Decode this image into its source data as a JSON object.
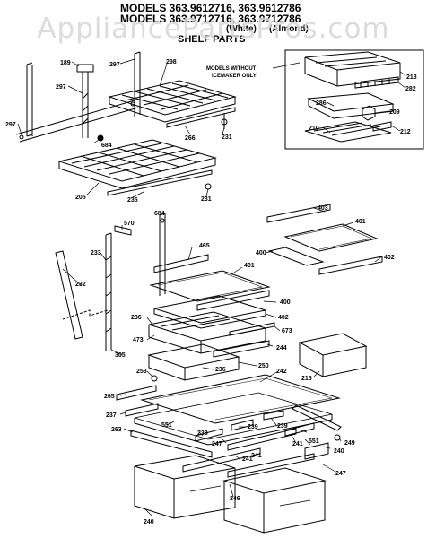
{
  "header": {
    "line1": "MODELS 363.9612716, 363.9612786",
    "line2": "MODELS 363.9712716, 363.9712786",
    "color_white": "(White)",
    "color_almond": "(Almond)",
    "section_title": "SHELF PARTS"
  },
  "watermark": "AppliancePartsPros.com",
  "callout": {
    "line1": "MODELS WITHOUT",
    "line2": "ICEMAKER ONLY"
  },
  "labels": [
    {
      "id": "l189",
      "text": "189"
    },
    {
      "id": "l297a",
      "text": "297"
    },
    {
      "id": "l298",
      "text": "298"
    },
    {
      "id": "l297b",
      "text": "297"
    },
    {
      "id": "l297c",
      "text": "297"
    },
    {
      "id": "l684a",
      "text": "684"
    },
    {
      "id": "l266",
      "text": "266"
    },
    {
      "id": "l231a",
      "text": "231"
    },
    {
      "id": "l205",
      "text": "205"
    },
    {
      "id": "l235",
      "text": "235"
    },
    {
      "id": "l231b",
      "text": "231"
    },
    {
      "id": "l213",
      "text": "213"
    },
    {
      "id": "l282",
      "text": "282"
    },
    {
      "id": "l286",
      "text": "286"
    },
    {
      "id": "l209",
      "text": "209"
    },
    {
      "id": "l210",
      "text": "210"
    },
    {
      "id": "l212",
      "text": "212"
    },
    {
      "id": "l570",
      "text": "570"
    },
    {
      "id": "l684b",
      "text": "684"
    },
    {
      "id": "l233",
      "text": "233"
    },
    {
      "id": "l465",
      "text": "465"
    },
    {
      "id": "l403",
      "text": "403"
    },
    {
      "id": "l401a",
      "text": "401"
    },
    {
      "id": "l400a",
      "text": "400"
    },
    {
      "id": "l402a",
      "text": "402"
    },
    {
      "id": "l232",
      "text": "232"
    },
    {
      "id": "l401b",
      "text": "401"
    },
    {
      "id": "l400b",
      "text": "400"
    },
    {
      "id": "l402b",
      "text": "402"
    },
    {
      "id": "l236a",
      "text": "236"
    },
    {
      "id": "l673",
      "text": "673"
    },
    {
      "id": "l473",
      "text": "473"
    },
    {
      "id": "l244",
      "text": "244"
    },
    {
      "id": "l305",
      "text": "305"
    },
    {
      "id": "l253",
      "text": "253"
    },
    {
      "id": "l236b",
      "text": "236"
    },
    {
      "id": "l250",
      "text": "250"
    },
    {
      "id": "l215",
      "text": "215"
    },
    {
      "id": "l242",
      "text": "242"
    },
    {
      "id": "l265",
      "text": "265"
    },
    {
      "id": "l237",
      "text": "237"
    },
    {
      "id": "l551",
      "text": "551"
    },
    {
      "id": "l263",
      "text": "263"
    },
    {
      "id": "l238",
      "text": "238"
    },
    {
      "id": "l239a",
      "text": "239"
    },
    {
      "id": "l239b",
      "text": "239"
    },
    {
      "id": "l247a",
      "text": "247"
    },
    {
      "id": "l241a",
      "text": "241"
    },
    {
      "id": "l249",
      "text": "249"
    },
    {
      "id": "l241b",
      "text": "241"
    },
    {
      "id": "l551b",
      "text": "551"
    },
    {
      "id": "l240a",
      "text": "240"
    },
    {
      "id": "l241c",
      "text": "241"
    },
    {
      "id": "l246",
      "text": "246"
    },
    {
      "id": "l247b",
      "text": "247"
    },
    {
      "id": "l240b",
      "text": "240"
    }
  ]
}
